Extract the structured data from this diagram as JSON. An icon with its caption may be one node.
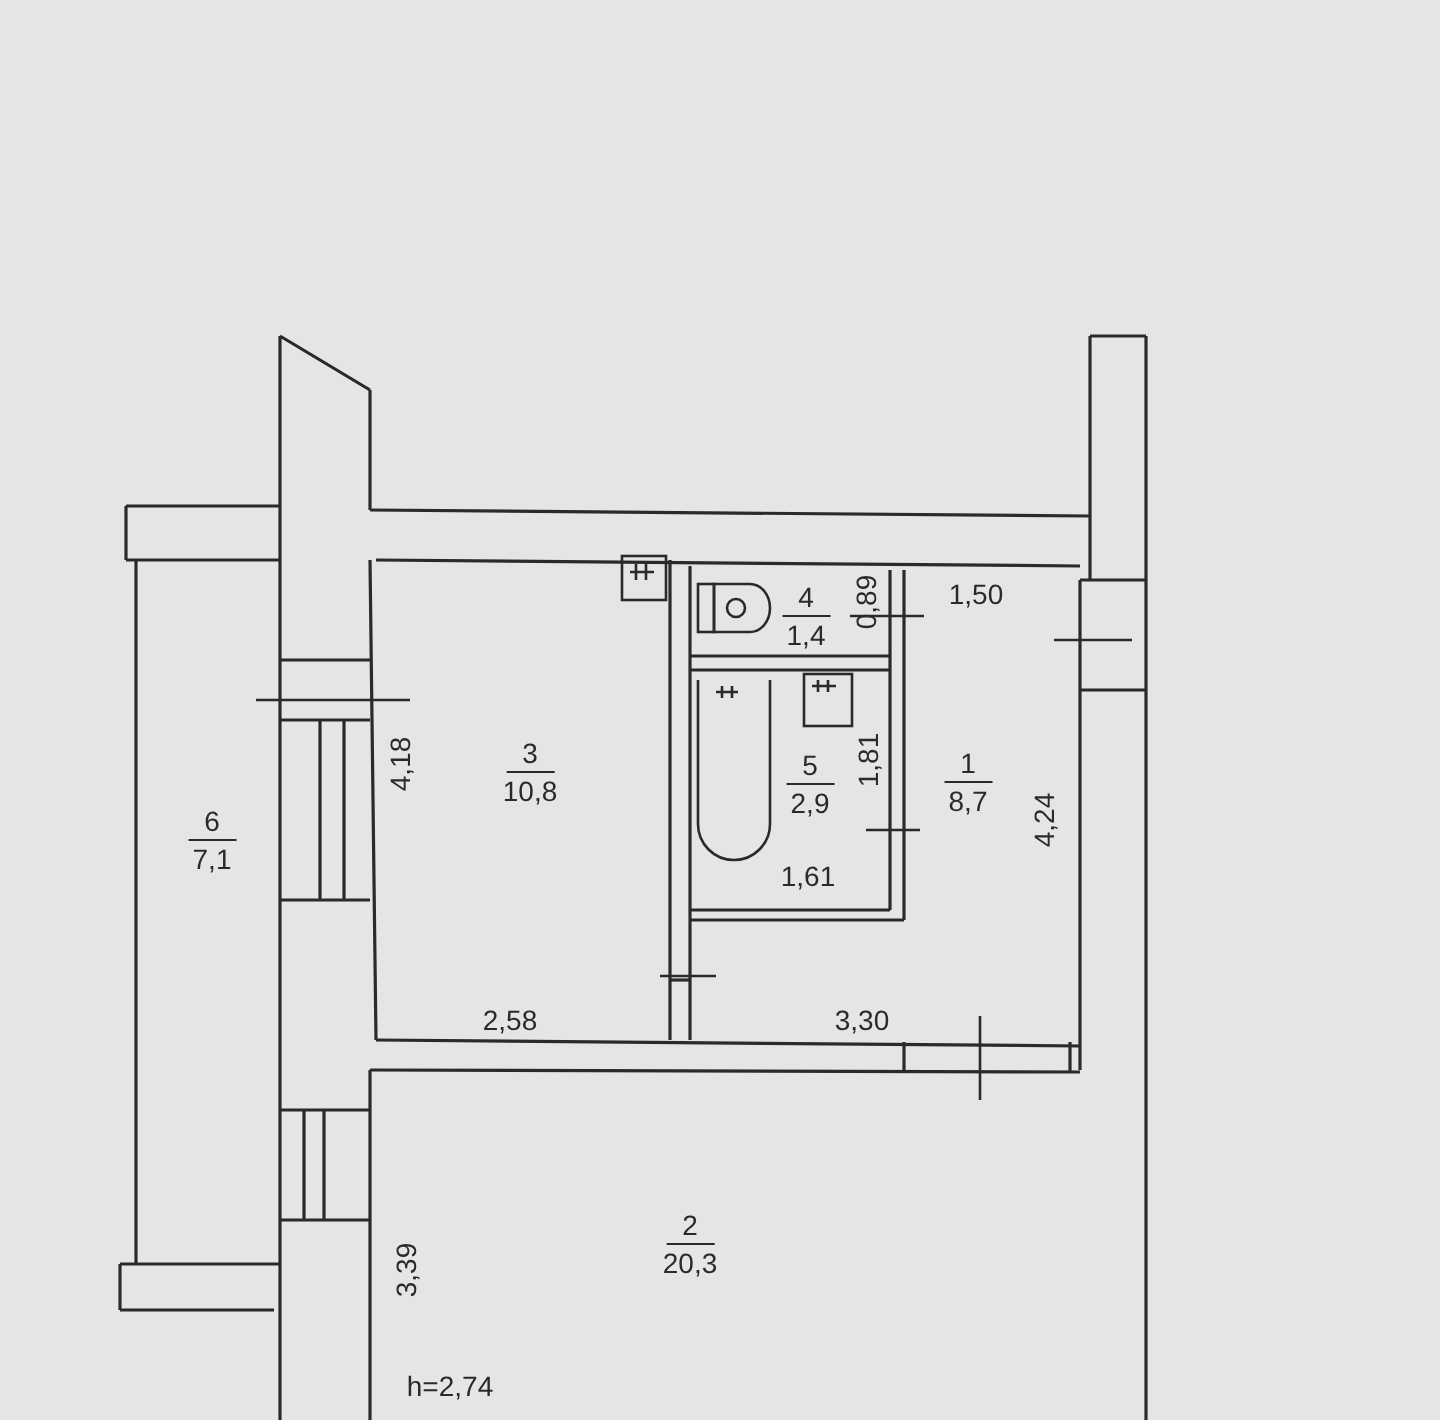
{
  "diagram": {
    "nodes": [
      {
        "text": [
          "4",
          "1,4"
        ]
      },
      {
        "text": [
          "3",
          "10,8"
        ]
      },
      {
        "text": [
          "5",
          "2,9"
        ]
      },
      {
        "text": [
          "1",
          "8,7"
        ]
      },
      {
        "text": [
          "6",
          "7,1"
        ]
      },
      {
        "text": [
          "2",
          "20,3"
        ]
      }
    ],
    "labels": [
      "0,89",
      "1,50",
      "4,18",
      "1,81",
      "4,24",
      "1,61",
      "2,58",
      "3,30",
      "3,39",
      "h=2,74"
    ]
  }
}
